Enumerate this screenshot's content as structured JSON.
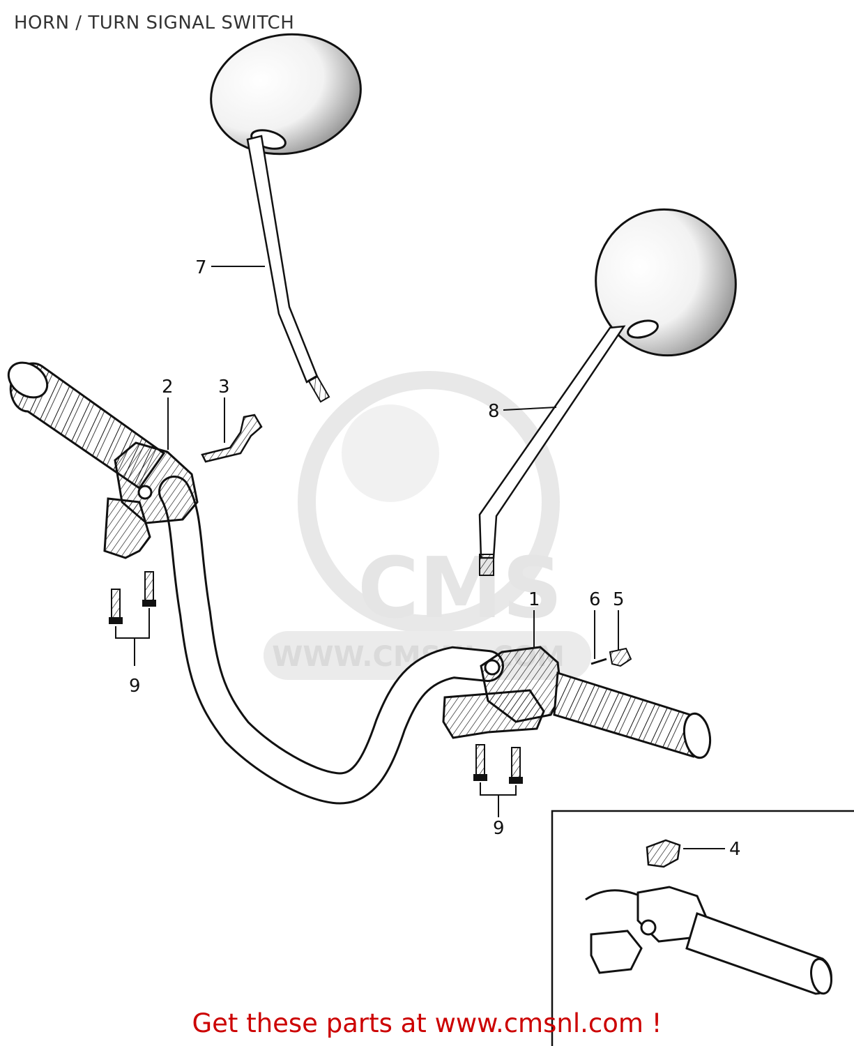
{
  "title": "HORN / TURN SIGNAL SWITCH",
  "footer": "Get these parts at www.cmsnl.com !",
  "watermark": {
    "logo": "CMS",
    "url": "WWW.CMSNL.COM"
  },
  "callouts": {
    "c1": "1",
    "c2": "2",
    "c3": "3",
    "c4": "4",
    "c5": "5",
    "c6": "6",
    "c7": "7",
    "c8": "8",
    "c9a": "9",
    "c9b": "9"
  },
  "colors": {
    "footer_text": "#cc0000",
    "ink": "#111111",
    "watermark": "#e6e6e6"
  }
}
